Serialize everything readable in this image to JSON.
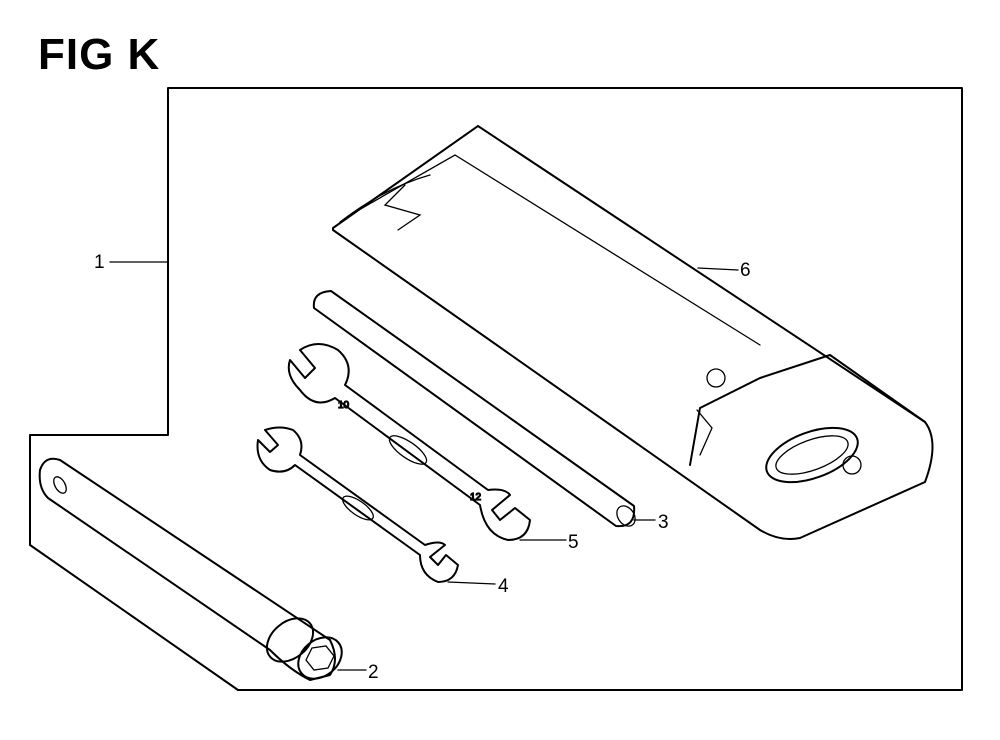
{
  "figure": {
    "title": "FIG K"
  },
  "callouts": {
    "c1": "1",
    "c2": "2",
    "c3": "3",
    "c4": "4",
    "c5": "5",
    "c6": "6"
  },
  "colors": {
    "ink": "#000000",
    "paper": "#ffffff"
  },
  "icons": [
    "tool-bag",
    "hex-bar",
    "socket-wrench",
    "open-end-wrench-small",
    "open-end-wrench-large"
  ]
}
